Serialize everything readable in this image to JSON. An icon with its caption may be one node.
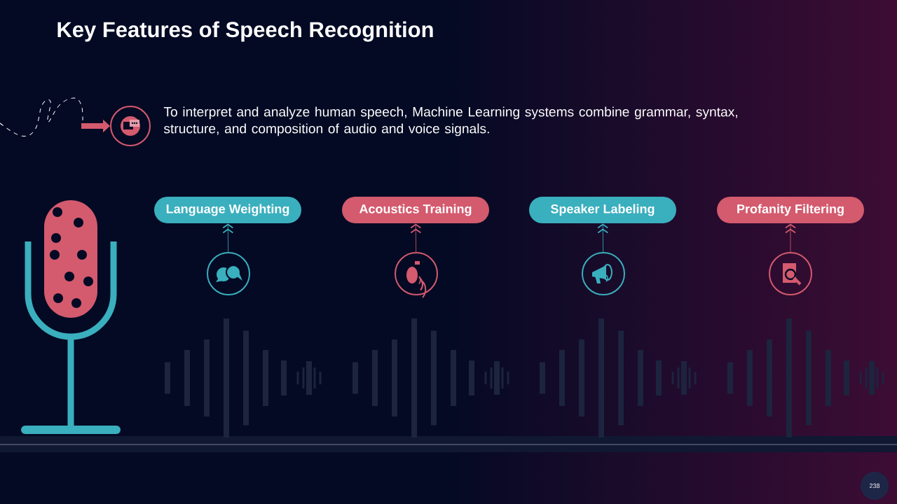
{
  "diagram": {
    "title": "Key Features of Speech Recognition",
    "nodes": [
      {
        "text": [],
        "shape": "circle"
      },
      {
        "text": [
          "Language Weighting"
        ]
      },
      {
        "text": [
          "Acoustics Training"
        ]
      },
      {
        "text": [
          "Speaker Labeling"
        ]
      },
      {
        "text": [
          "Profanity Filtering"
        ]
      },
      {
        "text": [],
        "shape": "circle"
      },
      {
        "text": [],
        "shape": "circle"
      },
      {
        "text": [],
        "shape": "circle"
      },
      {
        "text": [],
        "shape": "circle"
      }
    ],
    "edges": [
      {
        "from": null,
        "to": 0,
        "arrow": "to",
        "style": "thick",
        "color": "#d45a6e"
      },
      {
        "from": 5,
        "to": 1,
        "arrow": "to",
        "color": "#3aafbe"
      },
      {
        "from": 6,
        "to": 2,
        "arrow": "to",
        "color": "#d45a6e"
      },
      {
        "from": 7,
        "to": 3,
        "arrow": "to",
        "color": "#3aafbe"
      },
      {
        "from": 8,
        "to": 4,
        "arrow": "to",
        "color": "#d45a6e"
      }
    ],
    "labels": [
      "To interpret and analyze human speech, Machine Learning systems combine grammar, syntax, structure, and composition of audio and voice signals.",
      "238"
    ]
  }
}
